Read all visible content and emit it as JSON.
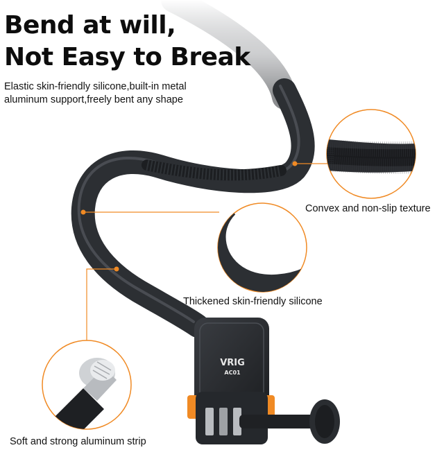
{
  "headline": {
    "line1": "Bend at will,",
    "line2": "Not Easy to Break"
  },
  "subtitle": {
    "line1": "Elastic skin-friendly silicone,built-in metal",
    "line2": "aluminum support,freely bent any shape"
  },
  "features": [
    {
      "label": "Convex and non-slip texture"
    },
    {
      "label": "Thickened skin-friendly silicone"
    },
    {
      "label": "Soft and strong aluminum strip"
    }
  ],
  "product": {
    "brand": "VRIG",
    "model": "AC01"
  },
  "colors": {
    "accent": "#f08a24",
    "body": "#2c2f33",
    "background": "#ffffff"
  }
}
